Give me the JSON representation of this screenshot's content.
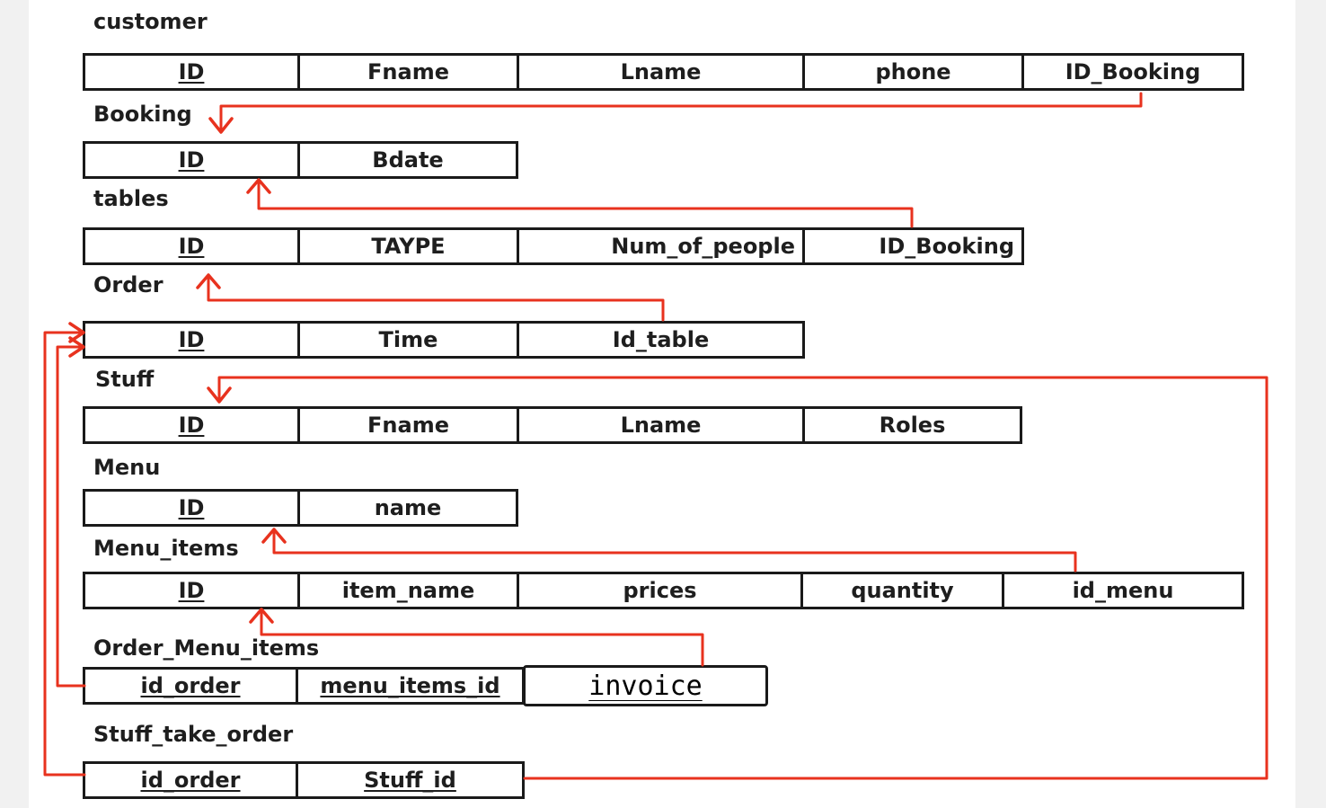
{
  "colors": {
    "link": "#e8321e",
    "border": "#1a1a1a",
    "text": "#1e1e1e"
  },
  "tables": {
    "customer": {
      "name": "customer",
      "cols": [
        "ID",
        "Fname",
        "Lname",
        "phone",
        "ID_Booking"
      ]
    },
    "booking": {
      "name": "Booking",
      "cols": [
        "ID",
        "Bdate"
      ]
    },
    "tables": {
      "name": "tables",
      "cols": [
        "ID",
        "TAYPE",
        "Num_of_people",
        "ID_Booking"
      ]
    },
    "order": {
      "name": "Order",
      "cols": [
        "ID",
        "Time",
        "Id_table"
      ]
    },
    "stuff": {
      "name": "Stuff",
      "cols": [
        "ID",
        "Fname",
        "Lname",
        "Roles"
      ]
    },
    "menu": {
      "name": "Menu",
      "cols": [
        "ID",
        "name"
      ]
    },
    "menu_items": {
      "name": "Menu_items",
      "cols": [
        "ID",
        "item_name",
        "prices",
        "quantity",
        "id_menu"
      ]
    },
    "order_menu_items": {
      "name": "Order_Menu_items",
      "cols": [
        "id_order",
        "menu_items_id",
        "invoice"
      ]
    },
    "stuff_take_order": {
      "name": "Stuff_take_order",
      "cols": [
        "id_order",
        "Stuff_id"
      ]
    }
  }
}
